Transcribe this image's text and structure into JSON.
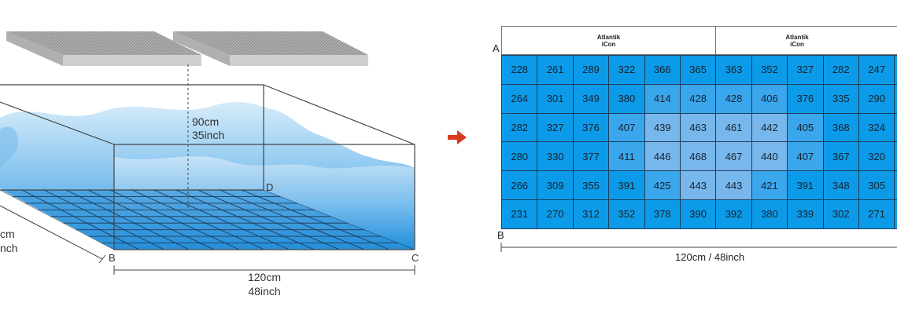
{
  "tank": {
    "height_cm": "90cm",
    "height_in": "35inch",
    "width_cm": "120cm",
    "width_in": "48inch",
    "depth_cm": "cm",
    "depth_in": "nch",
    "corner_b": "B",
    "corner_c": "C",
    "corner_d": "D"
  },
  "arrow": {
    "color": "#d93a1d",
    "icon": "right-arrow-icon"
  },
  "panel": {
    "corner_a": "A",
    "corner_b": "B",
    "width_label": "120cm / 48inch",
    "lamps": [
      {
        "line1": "Atlantik",
        "line2": "iCon"
      },
      {
        "line1": "Atlantik",
        "line2": "iCon"
      }
    ],
    "rows": [
      [
        "228",
        "261",
        "289",
        "322",
        "366",
        "365",
        "363",
        "352",
        "327",
        "282",
        "247",
        ""
      ],
      [
        "264",
        "301",
        "349",
        "380",
        "414",
        "428",
        "428",
        "406",
        "376",
        "335",
        "290",
        ""
      ],
      [
        "282",
        "327",
        "376",
        "407",
        "439",
        "463",
        "461",
        "442",
        "405",
        "368",
        "324",
        ""
      ],
      [
        "280",
        "330",
        "377",
        "411",
        "446",
        "468",
        "467",
        "440",
        "407",
        "367",
        "320",
        ""
      ],
      [
        "266",
        "309",
        "355",
        "391",
        "425",
        "443",
        "443",
        "421",
        "391",
        "348",
        "305",
        ""
      ],
      [
        "231",
        "270",
        "312",
        "352",
        "378",
        "390",
        "392",
        "380",
        "339",
        "302",
        "271",
        ""
      ]
    ]
  },
  "colors": {
    "cell_low": "#0c9be8",
    "cell_mid": "#3aa6ec",
    "cell_high": "#78b7ec",
    "water": "#3aa3e4"
  }
}
